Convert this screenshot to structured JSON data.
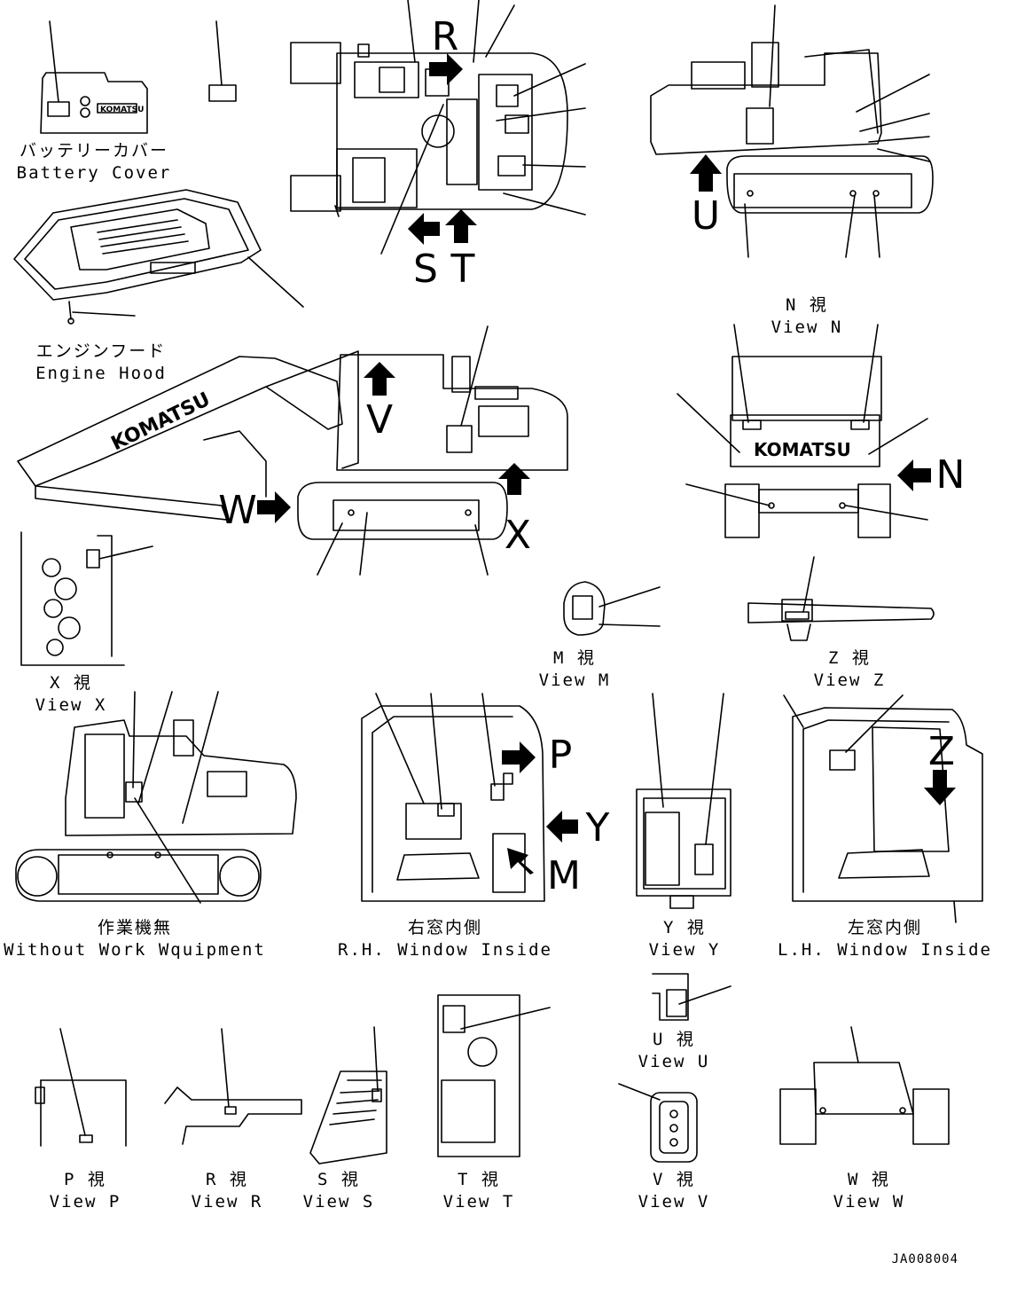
{
  "views": {
    "battery_cover": {
      "jp": "バッテリーカバー",
      "en": "Battery Cover"
    },
    "engine_hood": {
      "jp": "エンジンフード",
      "en": "Engine Hood"
    },
    "view_n": {
      "jp": "N 視",
      "en": "View N"
    },
    "view_x": {
      "jp": "X 視",
      "en": "View X"
    },
    "view_m": {
      "jp": "M 視",
      "en": "View M"
    },
    "view_z": {
      "jp": "Z 視",
      "en": "View Z"
    },
    "without_work": {
      "jp": "作業機無",
      "en": "Without Work Wquipment"
    },
    "rh_window": {
      "jp": "右窓内側",
      "en": "R.H. Window Inside"
    },
    "view_y": {
      "jp": "Y 視",
      "en": "View Y"
    },
    "lh_window": {
      "jp": "左窓内側",
      "en": "L.H. Window Inside"
    },
    "view_u": {
      "jp": "U 視",
      "en": "View U"
    },
    "view_p": {
      "jp": "P 視",
      "en": "View P"
    },
    "view_r": {
      "jp": "R 視",
      "en": "View R"
    },
    "view_s": {
      "jp": "S 視",
      "en": "View S"
    },
    "view_t": {
      "jp": "T 視",
      "en": "View T"
    },
    "view_v": {
      "jp": "V 視",
      "en": "View V"
    },
    "view_w": {
      "jp": "W 視",
      "en": "View W"
    }
  },
  "arrows": {
    "r": "R",
    "s": "S",
    "t": "T",
    "u": "U",
    "v": "V",
    "w": "W",
    "x": "X",
    "n": "N",
    "p": "P",
    "y": "Y",
    "m": "M",
    "z": "Z"
  },
  "brand": "KOMATSU",
  "doc_id": "JA008004"
}
